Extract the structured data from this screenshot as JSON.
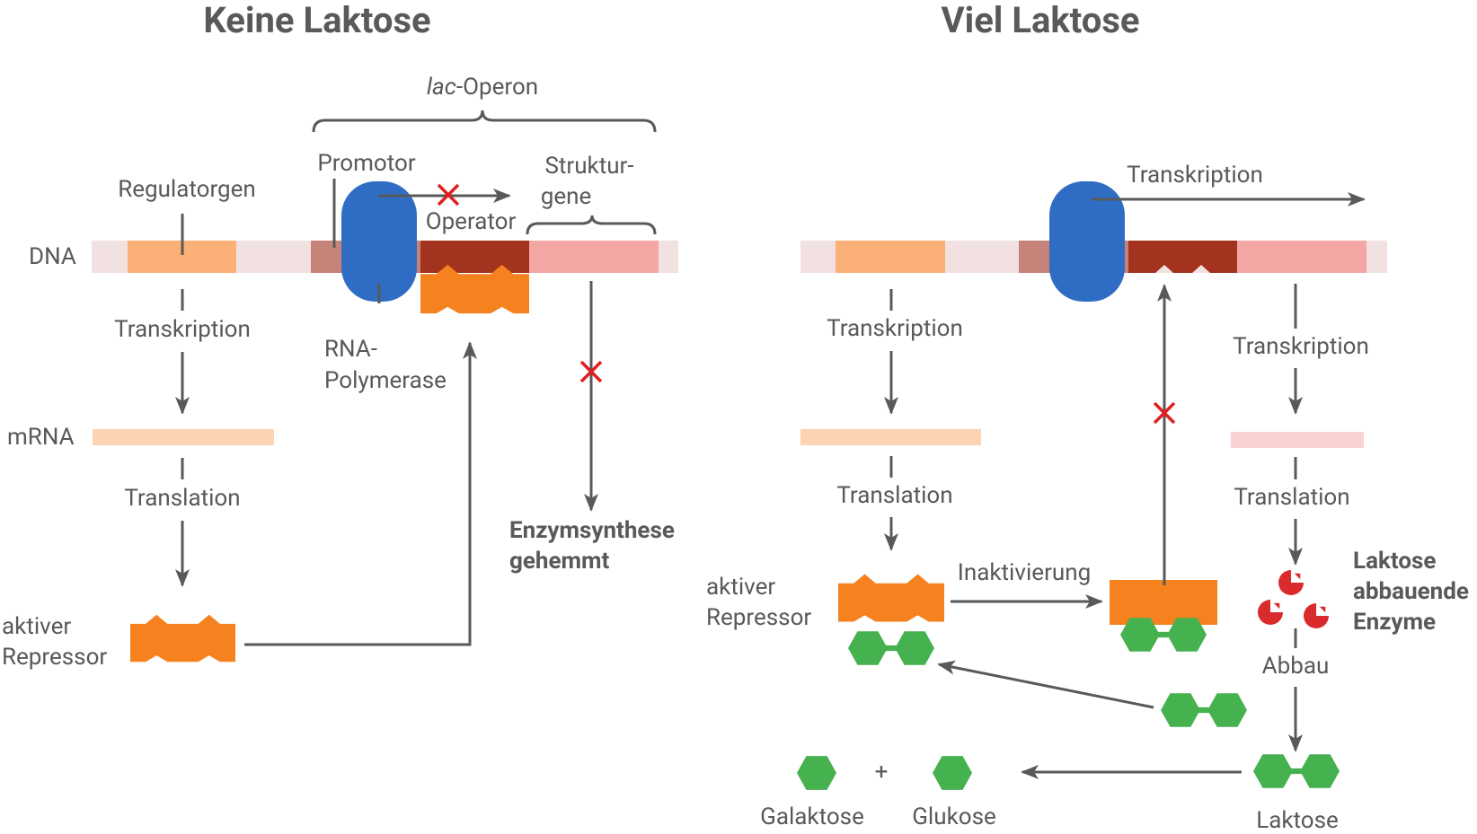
{
  "left": {
    "title": "Keine Laktose",
    "operon_italic": "lac",
    "operon_rest": "-Operon",
    "dna": "DNA",
    "regulatorgen": "Regulatorgen",
    "promotor": "Promotor",
    "operator": "Operator",
    "struktur_1": "Struktur-",
    "struktur_2": "gene",
    "rna_1": "RNA-",
    "rna_2": "Polymerase",
    "transkription": "Transkription",
    "mrna": "mRNA",
    "translation": "Translation",
    "repressor_1": "aktiver",
    "repressor_2": "Repressor",
    "enzym_1": "Enzymsynthese",
    "enzym_2": "gehemmt"
  },
  "right": {
    "title": "Viel Laktose",
    "transkription_top": "Transkription",
    "transkription_left": "Transkription",
    "transkription_right": "Transkription",
    "translation_left": "Translation",
    "translation_right": "Translation",
    "repressor_1": "aktiver",
    "repressor_2": "Repressor",
    "inaktivierung": "Inaktivierung",
    "enzyme_1": "Laktose",
    "enzyme_2": "abbauende",
    "enzyme_3": "Enzyme",
    "abbau": "Abbau",
    "plus": "+",
    "galaktose": "Galaktose",
    "glukose": "Glukose",
    "laktose": "Laktose"
  },
  "colors": {
    "text": "#595959",
    "dna_background": "#f2e1e1",
    "regulator_gene": "#fbb077",
    "promoter": "#c6837a",
    "operator": "#a3321f",
    "structural_genes": "#f2a7a4",
    "rna_polymerase": "#2f6dc5",
    "repressor": "#f5821f",
    "lactose": "#46b14f",
    "enzyme": "#d92b2b",
    "mrna_left": "#fdd3b1",
    "mrna_right": "#f9d3d3",
    "cross": "#e02020"
  }
}
